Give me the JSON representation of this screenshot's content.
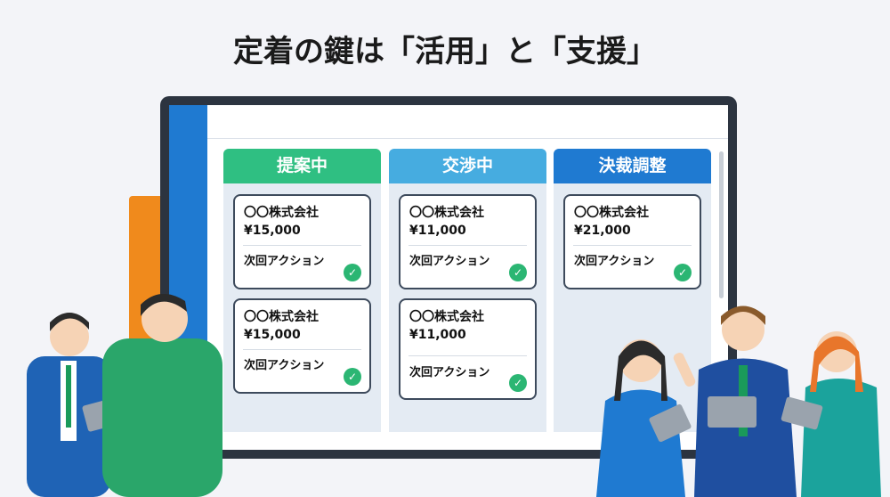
{
  "title": "定着の鍵は「活用」と「支援」",
  "board": {
    "columns": [
      {
        "label": "提案中",
        "color": "#2fbf82",
        "cards": [
          {
            "company": "〇〇株式会社",
            "amount": "¥15,000",
            "action": "次回アクション"
          },
          {
            "company": "〇〇株式会社",
            "amount": "¥15,000",
            "action": "次回アクション"
          }
        ]
      },
      {
        "label": "交渉中",
        "color": "#46ace0",
        "cards": [
          {
            "company": "〇〇株式会社",
            "amount": "¥11,000",
            "action": "次回アクション"
          },
          {
            "company": "〇〇株式会社",
            "amount": "¥11,000",
            "action": "次回アクション"
          }
        ]
      },
      {
        "label": "決裁調整",
        "color": "#1f7ad1",
        "cards": [
          {
            "company": "〇〇株式会社",
            "amount": "¥21,000",
            "action": "次回アクション"
          }
        ]
      }
    ]
  }
}
